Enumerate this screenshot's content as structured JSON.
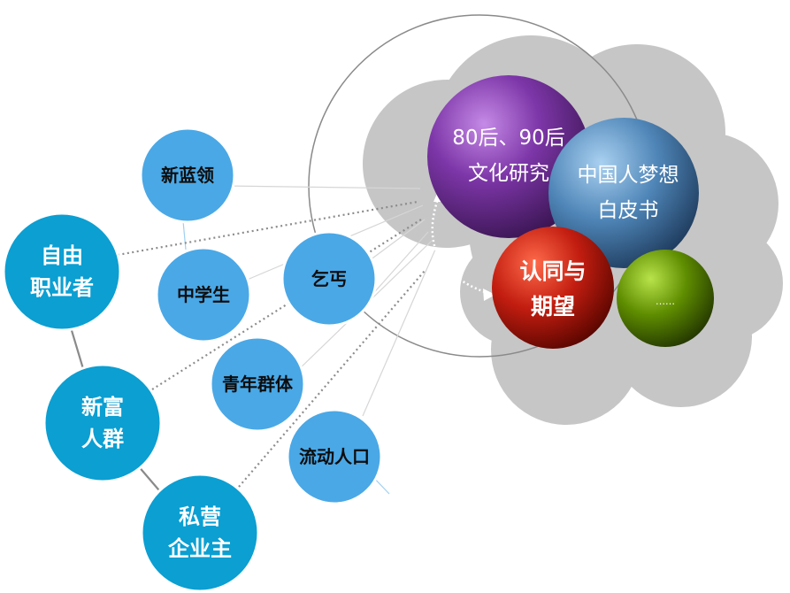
{
  "colors": {
    "dark_blue": "#0b9fd2",
    "light_blue": "#4aa8e6",
    "purple": "#7a2e9e",
    "steel_blue": "#4f86b8",
    "red": "#c21d10",
    "green": "#5e8c00",
    "cloud_gray": "#c6c6c6"
  },
  "groups_outer": {
    "freelancer": "自由\n职业者",
    "nouveau_riche": "新富\n人群",
    "private_owner": "私营\n企业主"
  },
  "groups_inner": {
    "new_blue_collar": "新蓝领",
    "middle_school": "中学生",
    "beggar": "乞丐",
    "youth": "青年群体",
    "floating_population": "流动人口"
  },
  "topics": {
    "post80_90": "80后、90后\n文化研究",
    "china_dream": "中国人梦想\n白皮书",
    "identity": "认同与\n期望",
    "more": "……"
  }
}
